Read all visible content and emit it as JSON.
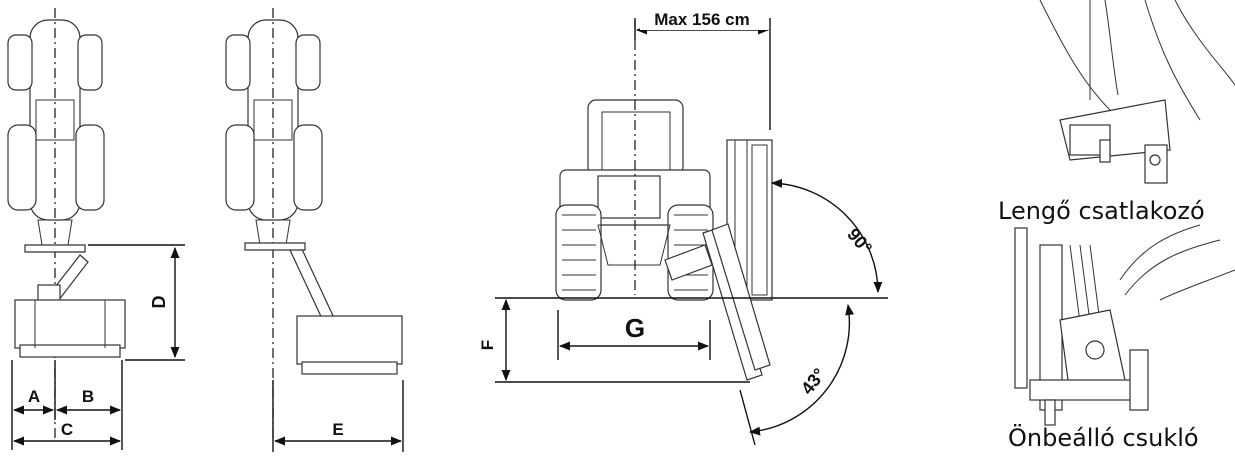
{
  "diagram": {
    "labels": {
      "a": "A",
      "b": "B",
      "c": "C",
      "d": "D",
      "e": "E",
      "f": "F",
      "g": "G",
      "max_reach": "Max 156 cm",
      "angle_up": "90°",
      "angle_down": "43°"
    },
    "captions": {
      "pendulum_hitch": "Lengő csatlakozó",
      "self_aligning_joint": "Önbeálló csukló"
    }
  }
}
